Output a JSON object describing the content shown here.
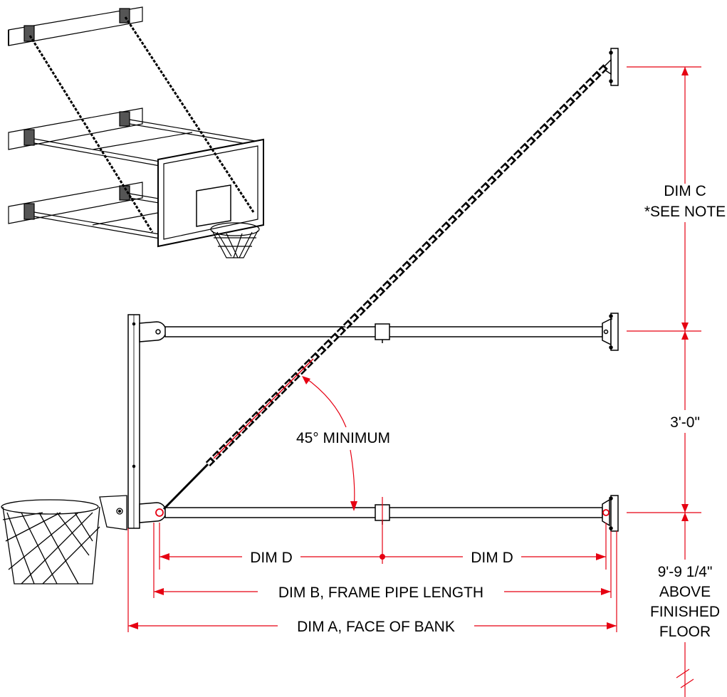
{
  "colors": {
    "dimension_red": "#e60012",
    "line_black": "#000000",
    "background": "#ffffff"
  },
  "dimensions": {
    "dim_c_line1": "DIM C",
    "dim_c_line2": "*SEE NOTE",
    "vertical_spacing": "3'-0\"",
    "height_line1": "9'-9 1/4\"",
    "height_line2": "ABOVE",
    "height_line3": "FINISHED",
    "height_line4": "FLOOR",
    "angle": "45° MINIMUM",
    "dim_d_left": "DIM D",
    "dim_d_right": "DIM D",
    "dim_b": "DIM B, FRAME PIPE LENGTH",
    "dim_a": "DIM A, FACE OF BANK"
  },
  "icons": {
    "inset": "wall-mount-backstop-isometric-icon",
    "hoop": "basketball-hoop-net-icon"
  }
}
